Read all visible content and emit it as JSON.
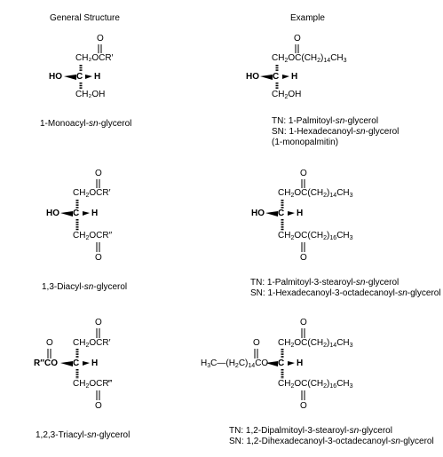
{
  "headers": {
    "general": "General Structure",
    "example": "Example"
  },
  "structures": {
    "mono": {
      "top": "CH₂OCR′",
      "left": "HO",
      "center": "C",
      "right": "H",
      "bottom": "CH₂OH",
      "oxygen_top": "O",
      "caption": "1-Monoacyl-sn-glycerol",
      "example": {
        "top": "CH₂OC(CH₂)₁₄CH₃",
        "left": "HO",
        "center": "C",
        "right": "H",
        "bottom": "CH₂OH",
        "oxygen_top": "O",
        "tn": "TN: 1-Palmitoyl-sn-glycerol",
        "sn": "SN: 1-Hexadecanoyl-sn-glycerol",
        "common": "(1-monopalmitin)"
      }
    },
    "di": {
      "top": "CH₂OCR′",
      "left": "HO",
      "center": "C",
      "right": "H",
      "bottom": "CH₂OCR″",
      "oxygen_top": "O",
      "oxygen_bottom": "O",
      "caption": "1,3-Diacyl-sn-glycerol",
      "example": {
        "top": "CH₂OC(CH₂)₁₄CH₃",
        "left": "HO",
        "center": "C",
        "right": "H",
        "bottom": "CH₂OC(CH₂)₁₆CH₃",
        "oxygen_top": "O",
        "oxygen_bottom": "O",
        "tn": "TN: 1-Palmitoyl-3-stearoyl-sn-glycerol",
        "sn": "SN: 1-Hexadecanoyl-3-octadecanoyl-sn-glycerol"
      }
    },
    "tri": {
      "top": "CH₂OCR′",
      "left": "R″CO",
      "center": "C",
      "right": "H",
      "bottom": "CH₂OCR‴",
      "oxygen_top": "O",
      "oxygen_bottom": "O",
      "oxygen_left": "O",
      "caption": "1,2,3-Triacyl-sn-glycerol",
      "example": {
        "top": "CH₂OC(CH₂)₁₄CH₃",
        "left": "H₃C—(H₂C)₁₄CO",
        "center": "C",
        "right": "H",
        "bottom": "CH₂OC(CH₂)₁₆CH₃",
        "oxygen_top": "O",
        "oxygen_bottom": "O",
        "oxygen_left": "O",
        "tn": "TN: 1,2-Dipalmitoyl-3-stearoyl-sn-glycerol",
        "sn": "SN: 1,2-Dihexadecanoyl-3-octadecanoyl-sn-glycerol"
      }
    }
  }
}
